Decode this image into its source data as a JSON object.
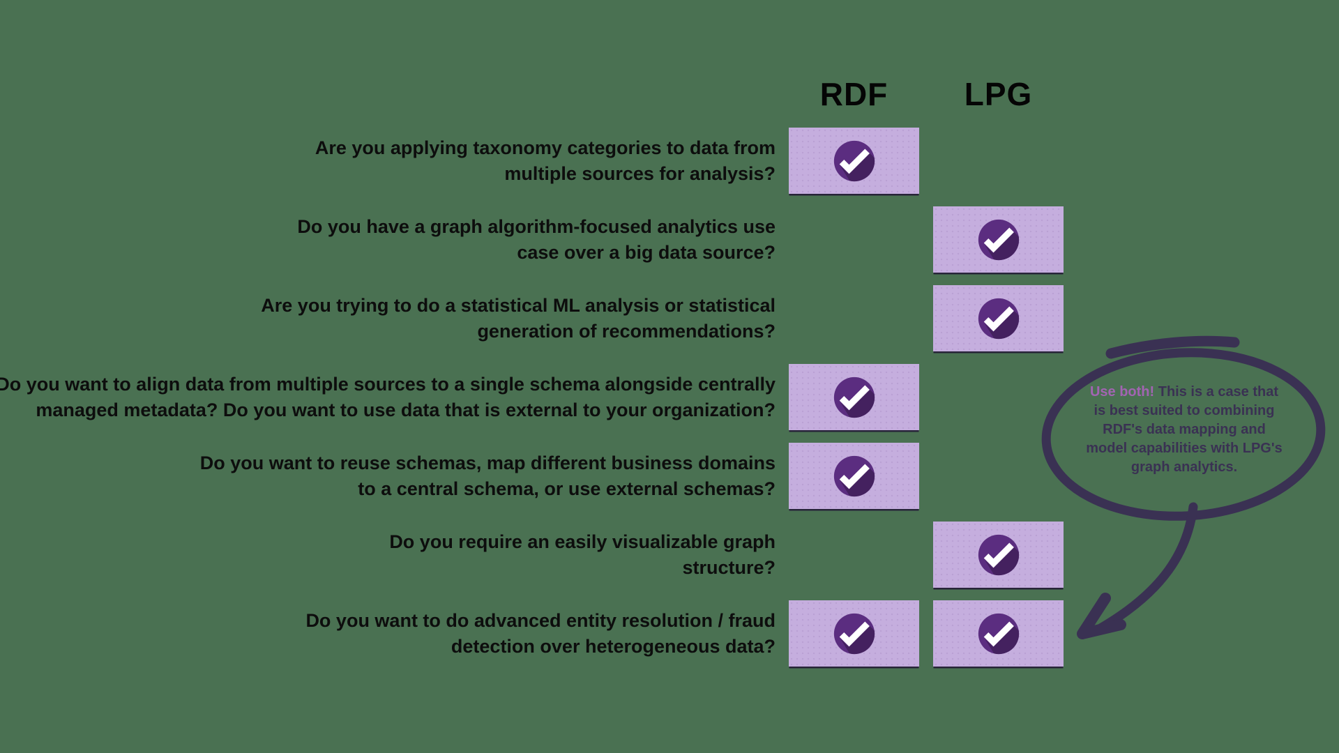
{
  "colors": {
    "canvas_background": "#4a7152",
    "outline_dark_purple": "#3a3153",
    "highlight_purple": "#a264b2",
    "cell_background": "#c5aede",
    "check_circle": "#5b2d80",
    "check_shadow": "#44215f",
    "check_mark": "#ffffff",
    "question_text": "#0d0d0d",
    "header_text": "#050505"
  },
  "header": {
    "columns": [
      {
        "label": "RDF"
      },
      {
        "label": "LPG"
      }
    ]
  },
  "rows": [
    {
      "question_lines": [
        "Are you applying taxonomy categories to data from",
        "multiple sources for analysis?"
      ],
      "rdf": true,
      "lpg": false
    },
    {
      "question_lines": [
        "Do you have a graph algorithm-focused analytics use",
        "case over a big data source?"
      ],
      "rdf": false,
      "lpg": true
    },
    {
      "question_lines": [
        "Are you trying to do a statistical ML analysis or statistical",
        "generation of recommendations?"
      ],
      "rdf": false,
      "lpg": true
    },
    {
      "question_lines": [
        "Do you want to align data from multiple sources to a single schema alongside centrally",
        "managed metadata? Do you want to use data that is external to your organization?"
      ],
      "rdf": true,
      "lpg": false
    },
    {
      "question_lines": [
        "Do you want to reuse schemas, map different business domains",
        "to a central schema, or use external schemas?"
      ],
      "rdf": true,
      "lpg": false
    },
    {
      "question_lines": [
        "Do you require an easily visualizable graph",
        "structure?"
      ],
      "rdf": false,
      "lpg": true
    },
    {
      "question_lines": [
        "Do you want to do advanced entity resolution / fraud",
        "detection over heterogeneous data?"
      ],
      "rdf": true,
      "lpg": true
    }
  ],
  "callout": {
    "highlight": "Use both!",
    "lines": [
      "Use both! This is a case that",
      "is best suited to combining",
      "RDF's data mapping and",
      "model capabilities with LPG's",
      "graph analytics."
    ]
  },
  "icons": {
    "check": "check-circle-icon",
    "bubble": "callout-bubble-outline",
    "arrow": "curved-arrow-icon"
  }
}
